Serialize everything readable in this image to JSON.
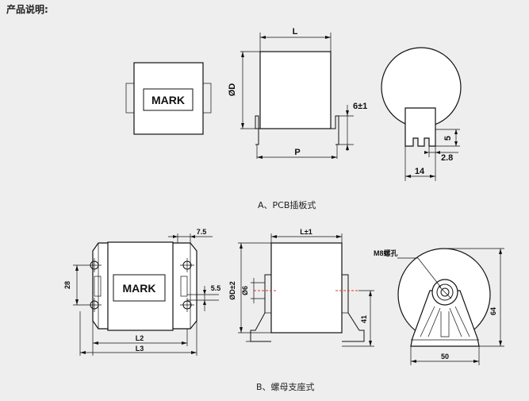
{
  "header": {
    "title": "产品说明:"
  },
  "sections": {
    "a": {
      "caption": "A、PCB插板式"
    },
    "b": {
      "caption": "B、螺母支座式"
    }
  },
  "labels": {
    "mark": "MARK",
    "L": "L",
    "D": "ØD",
    "six_pm1": "6±1",
    "P": "P",
    "five": "5",
    "two_eight": "2.8",
    "fourteen": "14",
    "seven_five": "7.5",
    "twenty_eight": "28",
    "five_five": "5.5",
    "L2": "L2",
    "L3": "L3",
    "L_pm1": "L±1",
    "D_pm2": "ØD±2",
    "D6": "Ø6",
    "forty_one": "41",
    "m8": "M8螺孔",
    "fifty": "50",
    "sixty_four": "64"
  }
}
